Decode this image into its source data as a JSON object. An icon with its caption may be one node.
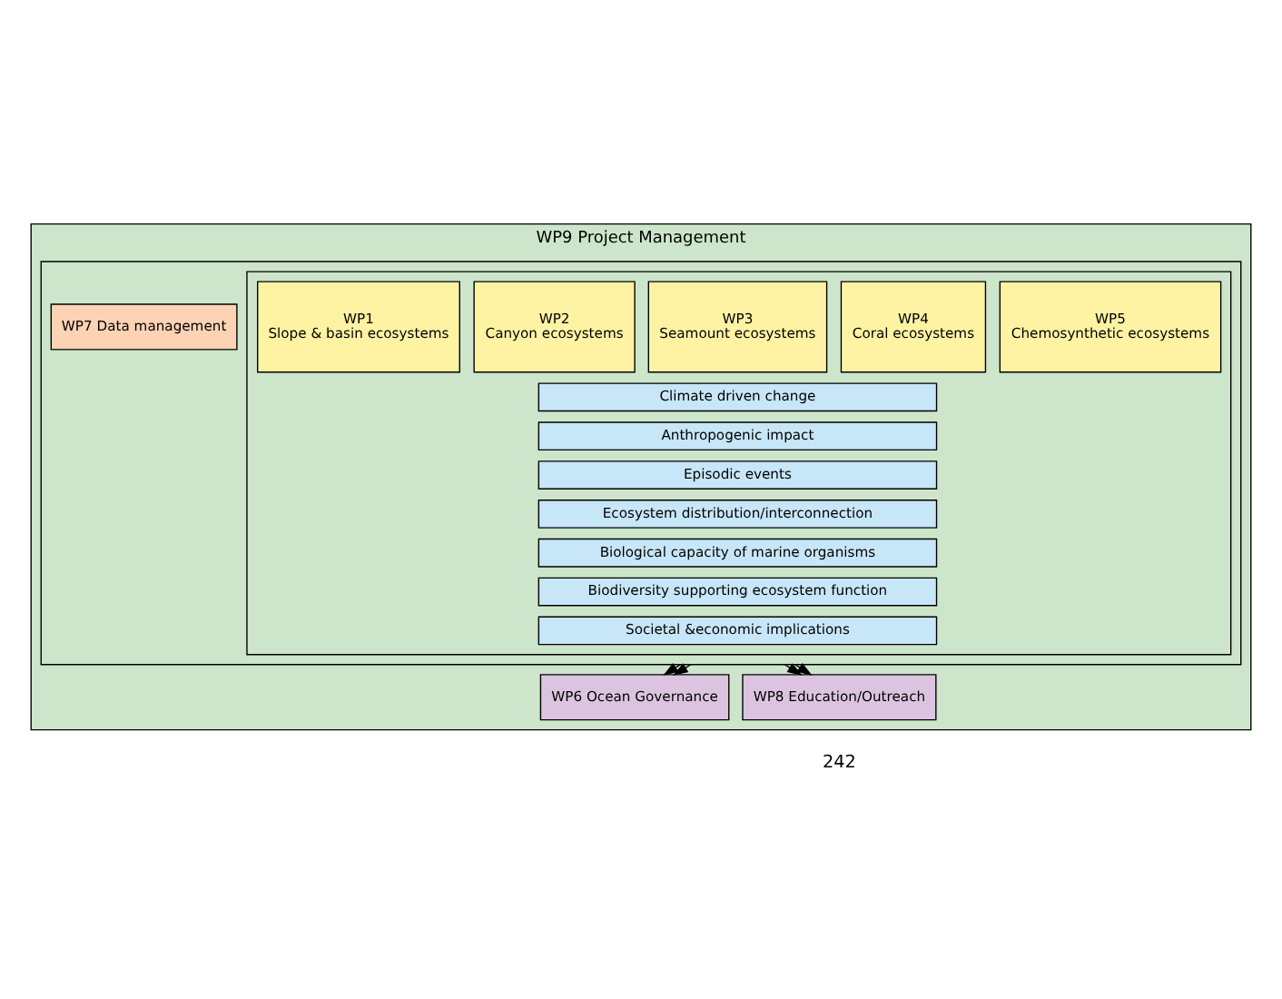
{
  "diagram": {
    "nodes": [
      {
        "text": [
          "WP9 Project Management"
        ]
      },
      {
        "text": [],
        "shape": "box",
        "in": 0
      },
      {
        "text": [
          "WP7 Data management"
        ],
        "in": 1
      },
      {
        "text": [],
        "shape": "box",
        "in": 1
      },
      {
        "text": [
          "WP1",
          "Slope & basin ecosystems"
        ],
        "in": 3
      },
      {
        "text": [
          "WP2",
          "Canyon ecosystems"
        ],
        "in": 3
      },
      {
        "text": [
          "WP3",
          "Seamount ecosystems"
        ],
        "in": 3
      },
      {
        "text": [
          "WP4",
          "Coral ecosystems"
        ],
        "in": 3
      },
      {
        "text": [
          "WP5",
          "Chemosynthetic ecosystems"
        ],
        "in": 3
      },
      {
        "text": [
          "Climate driven change"
        ],
        "in": 3
      },
      {
        "text": [
          "Anthropogenic impact"
        ],
        "in": 3
      },
      {
        "text": [
          "Episodic events"
        ],
        "in": 3
      },
      {
        "text": [
          "Ecosystem distribution/interconnection"
        ],
        "in": 3
      },
      {
        "text": [
          "Biological capacity of marine organisms"
        ],
        "in": 3
      },
      {
        "text": [
          "Biodiversity supporting ecosystem function"
        ],
        "in": 3
      },
      {
        "text": [
          "Societal &economic implications"
        ],
        "in": 3
      },
      {
        "text": [
          "WP6 Ocean Governance"
        ],
        "in": 0
      },
      {
        "text": [
          "WP8 Education/Outreach"
        ],
        "in": 0
      }
    ],
    "edges": [
      {
        "from": 1,
        "to": 16,
        "arrow": "to"
      },
      {
        "from": 1,
        "to": 16,
        "arrow": "to"
      },
      {
        "from": 1,
        "to": 17,
        "arrow": "to"
      },
      {
        "from": 1,
        "to": 17,
        "arrow": "to"
      }
    ],
    "labels": [
      "242"
    ]
  }
}
